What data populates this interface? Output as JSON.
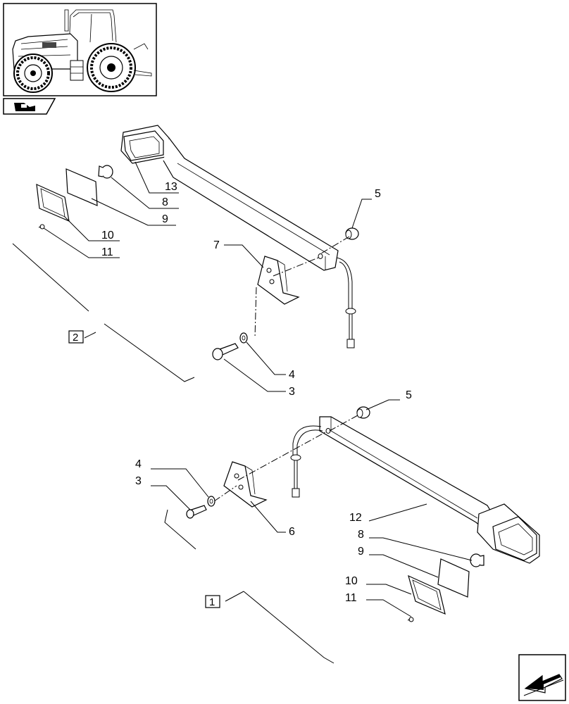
{
  "callouts": {
    "upper": {
      "c13": "13",
      "c8": "8",
      "c9": "9",
      "c10": "10",
      "c11": "11",
      "c5": "5",
      "c7": "7",
      "c4": "4",
      "c3": "3"
    },
    "lower": {
      "c5": "5",
      "c4": "4",
      "c3": "3",
      "c6": "6",
      "c12": "12",
      "c8": "8",
      "c9": "9",
      "c10": "10",
      "c11": "11"
    }
  },
  "assembly_refs": {
    "upper": "2",
    "lower": "1"
  },
  "icons": {
    "thumbnail": "tractor-thumbnail-icon",
    "section": "section-key-icon",
    "nav": "next-page-arrow-icon"
  }
}
